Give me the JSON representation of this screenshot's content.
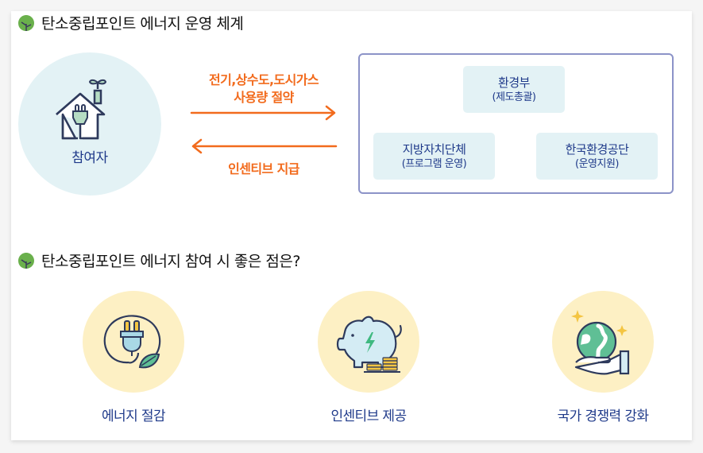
{
  "sections": [
    {
      "title": "탄소중립포인트 에너지 운영 체계",
      "icon": "leaf-icon"
    },
    {
      "title": "탄소중립포인트 에너지 참여 시 좋은 점은?",
      "icon": "leaf-icon"
    }
  ],
  "participant": {
    "label": "참여자",
    "icon": "house-plug-icon"
  },
  "flows": {
    "to_org": {
      "line1": "전기,상수도,도시가스",
      "line2": "사용량 절약",
      "direction": "right"
    },
    "to_participant": {
      "label": "인센티브 지급",
      "direction": "left"
    }
  },
  "organizations": [
    {
      "name": "환경부",
      "role": "(제도총괄)"
    },
    {
      "name": "지방자치단체",
      "role": "(프로그램 운영)"
    },
    {
      "name": "한국환경공단",
      "role": "(운영지원)"
    }
  ],
  "benefits": [
    {
      "label": "에너지 절감",
      "icon": "plug-leaf-icon"
    },
    {
      "label": "인센티브 제공",
      "icon": "piggy-bank-icon"
    },
    {
      "label": "국가 경쟁력 강화",
      "icon": "globe-hand-icon"
    }
  ],
  "colors": {
    "accent_orange": "#f26b1d",
    "text_navy": "#1f3a8a",
    "light_blue_bg": "#e3f2f5",
    "light_yellow_bg": "#fdf0c4",
    "org_border": "#8c93c8",
    "leaf_green": "#6ab04c"
  }
}
